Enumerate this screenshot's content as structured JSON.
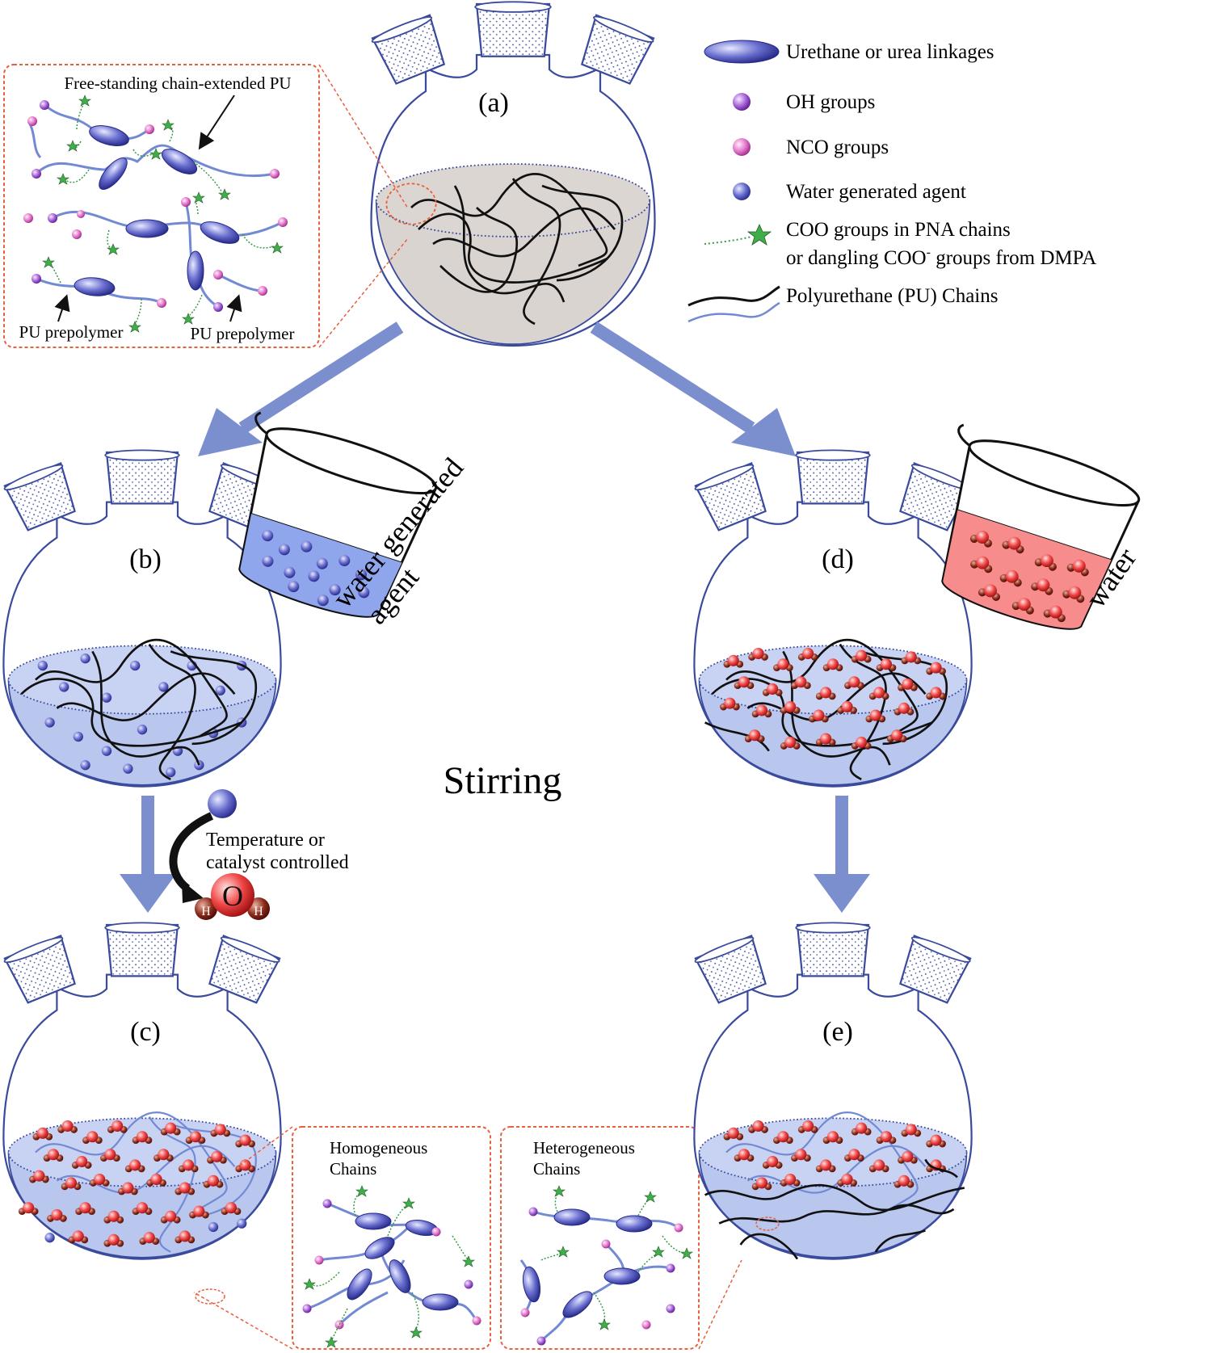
{
  "flask_labels": {
    "a": "(a)",
    "b": "(b)",
    "c": "(c)",
    "d": "(d)",
    "e": "(e)"
  },
  "legend": {
    "urethane": "Urethane or urea linkages",
    "oh": "OH groups",
    "nco": "NCO groups",
    "agent": "Water generated agent",
    "coo_line1": "COO groups in PNA chains",
    "coo_line2": "or dangling COO",
    "coo_sup": "-",
    "coo_line2b": " groups from DMPA",
    "pu": "Polyurethane (PU) Chains"
  },
  "inset_a": {
    "title": "Free-standing chain-extended PU",
    "prepolymer_left": "PU prepolymer",
    "prepolymer_right": "PU prepolymer"
  },
  "beakers": {
    "left": {
      "line1": "water generated",
      "line2": "agent"
    },
    "right": "water"
  },
  "process": {
    "stirring": "Stirring",
    "condition_line1": "Temperature or",
    "condition_line2": "catalyst controlled",
    "water_o": "O",
    "water_h": "H"
  },
  "inset_c": {
    "line1": "Homogeneous",
    "line2": "Chains"
  },
  "inset_e": {
    "line1": "Heterogeneous",
    "line2": "Chains"
  },
  "colors": {
    "arrow": "#7b8fcf",
    "flask_line": "#3a4a9c",
    "liquid_a": "#d9d4d0",
    "liquid_blue": "#b9c6ee",
    "inset_border": "#e8603c",
    "water_red": "#f25757",
    "star": "#3fae49"
  }
}
